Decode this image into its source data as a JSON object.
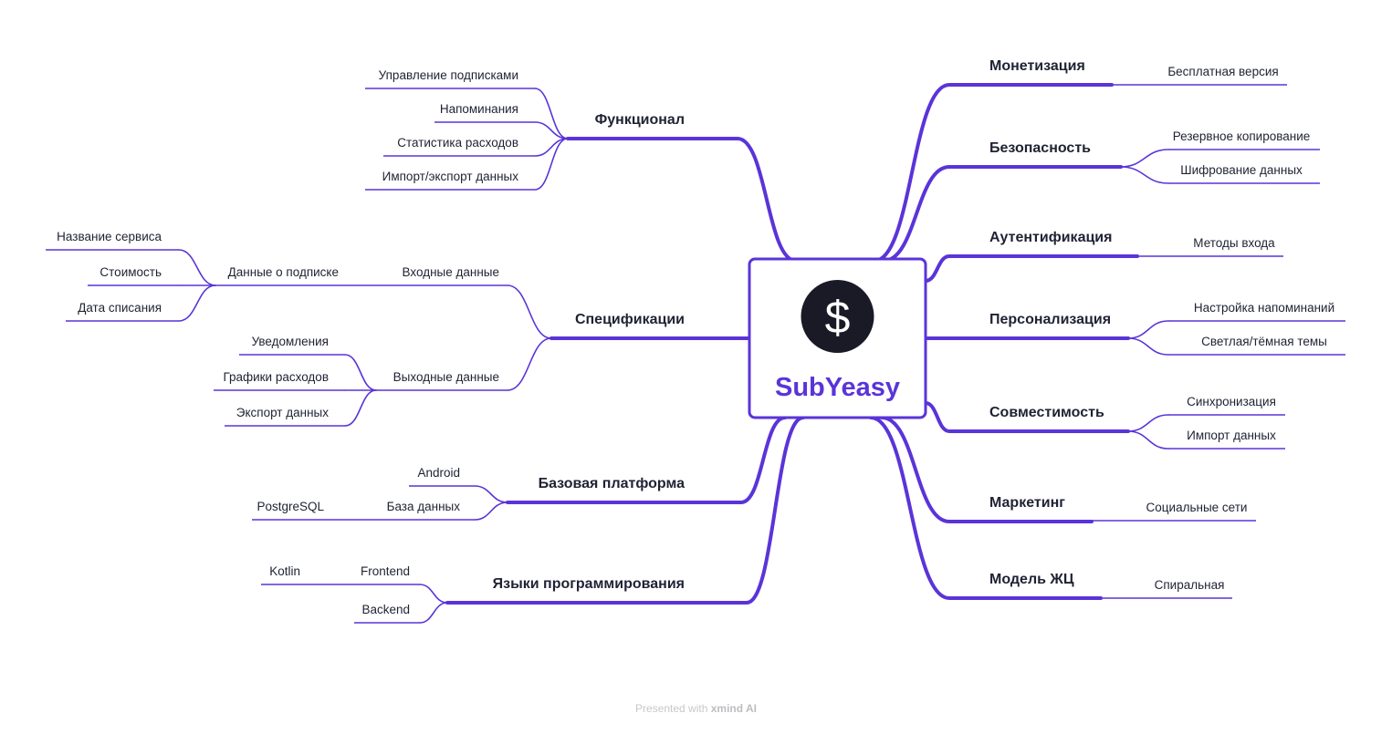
{
  "center": {
    "title": "SubYeasy",
    "icon": "dollar-icon",
    "icon_glyph": "$"
  },
  "colors": {
    "accent": "#5a34d8",
    "text": "#1f2233",
    "icon_bg": "#1a1a26"
  },
  "left_topics": [
    {
      "label": "Функционал",
      "children": [
        {
          "label": "Управление подписками",
          "children": []
        },
        {
          "label": "Напоминания",
          "children": []
        },
        {
          "label": "Статистика расходов",
          "children": []
        },
        {
          "label": "Импорт/экспорт данных",
          "children": []
        }
      ]
    },
    {
      "label": "Спецификации",
      "children": [
        {
          "label": "Входные данные",
          "children": [
            {
              "label": "Данные о подписке",
              "children": [
                {
                  "label": "Название сервиса"
                },
                {
                  "label": "Стоимость"
                },
                {
                  "label": "Дата списания"
                }
              ]
            }
          ]
        },
        {
          "label": "Выходные данные",
          "children": [
            {
              "label": "Уведомления"
            },
            {
              "label": "Графики расходов"
            },
            {
              "label": "Экспорт данных"
            }
          ]
        }
      ]
    },
    {
      "label": "Базовая платформа",
      "children": [
        {
          "label": "Android",
          "children": []
        },
        {
          "label": "База данных",
          "children": [
            {
              "label": "PostgreSQL"
            }
          ]
        }
      ]
    },
    {
      "label": "Языки программирования",
      "children": [
        {
          "label": "Frontend",
          "children": [
            {
              "label": "Kotlin"
            }
          ]
        },
        {
          "label": "Backend",
          "children": []
        }
      ]
    }
  ],
  "right_topics": [
    {
      "label": "Монетизация",
      "children": [
        {
          "label": "Бесплатная версия"
        }
      ]
    },
    {
      "label": "Безопасность",
      "children": [
        {
          "label": "Резервное копирование"
        },
        {
          "label": "Шифрование данных"
        }
      ]
    },
    {
      "label": "Аутентификация",
      "children": [
        {
          "label": "Методы входа"
        }
      ]
    },
    {
      "label": "Персонализация",
      "children": [
        {
          "label": "Настройка напоминаний"
        },
        {
          "label": "Светлая/тёмная темы"
        }
      ]
    },
    {
      "label": "Совместимость",
      "children": [
        {
          "label": "Синхронизация"
        },
        {
          "label": "Импорт данных"
        }
      ]
    },
    {
      "label": "Маркетинг",
      "children": [
        {
          "label": "Социальные сети"
        }
      ]
    },
    {
      "label": "Модель ЖЦ",
      "children": [
        {
          "label": "Спиральная"
        }
      ]
    }
  ],
  "footer": {
    "prefix": "Presented with",
    "brand": "xmind AI"
  }
}
